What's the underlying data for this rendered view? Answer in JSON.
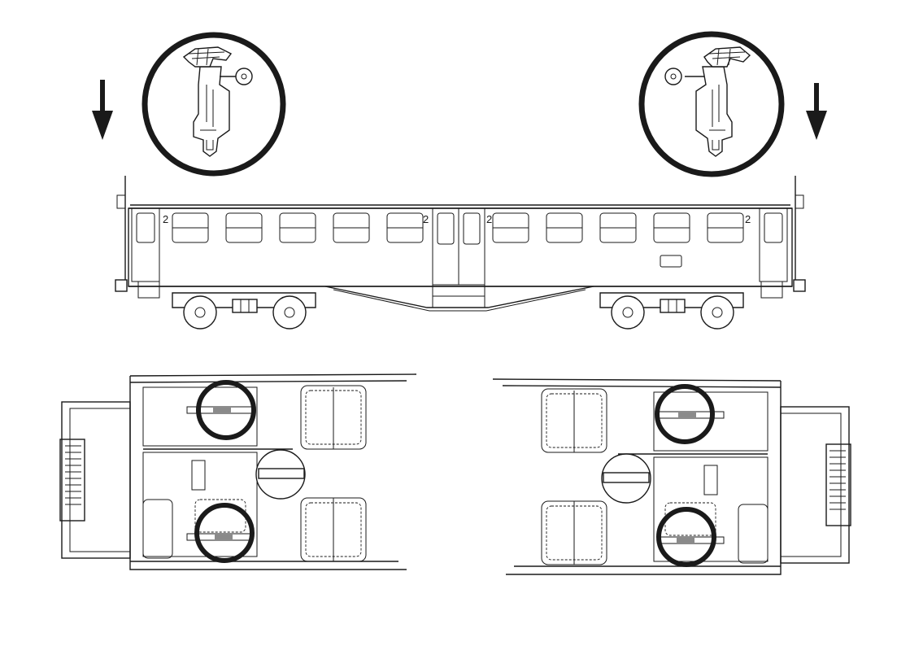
{
  "car": {
    "class_marks": [
      "2",
      "2",
      "2",
      "2"
    ]
  },
  "colors": {
    "line": "#1a1a1a",
    "background": "#ffffff",
    "highlight_bar": "#8a8a8a"
  },
  "icons": [
    "arrow-down-icon",
    "coupler-detail-icon",
    "highlight-circle-icon"
  ]
}
